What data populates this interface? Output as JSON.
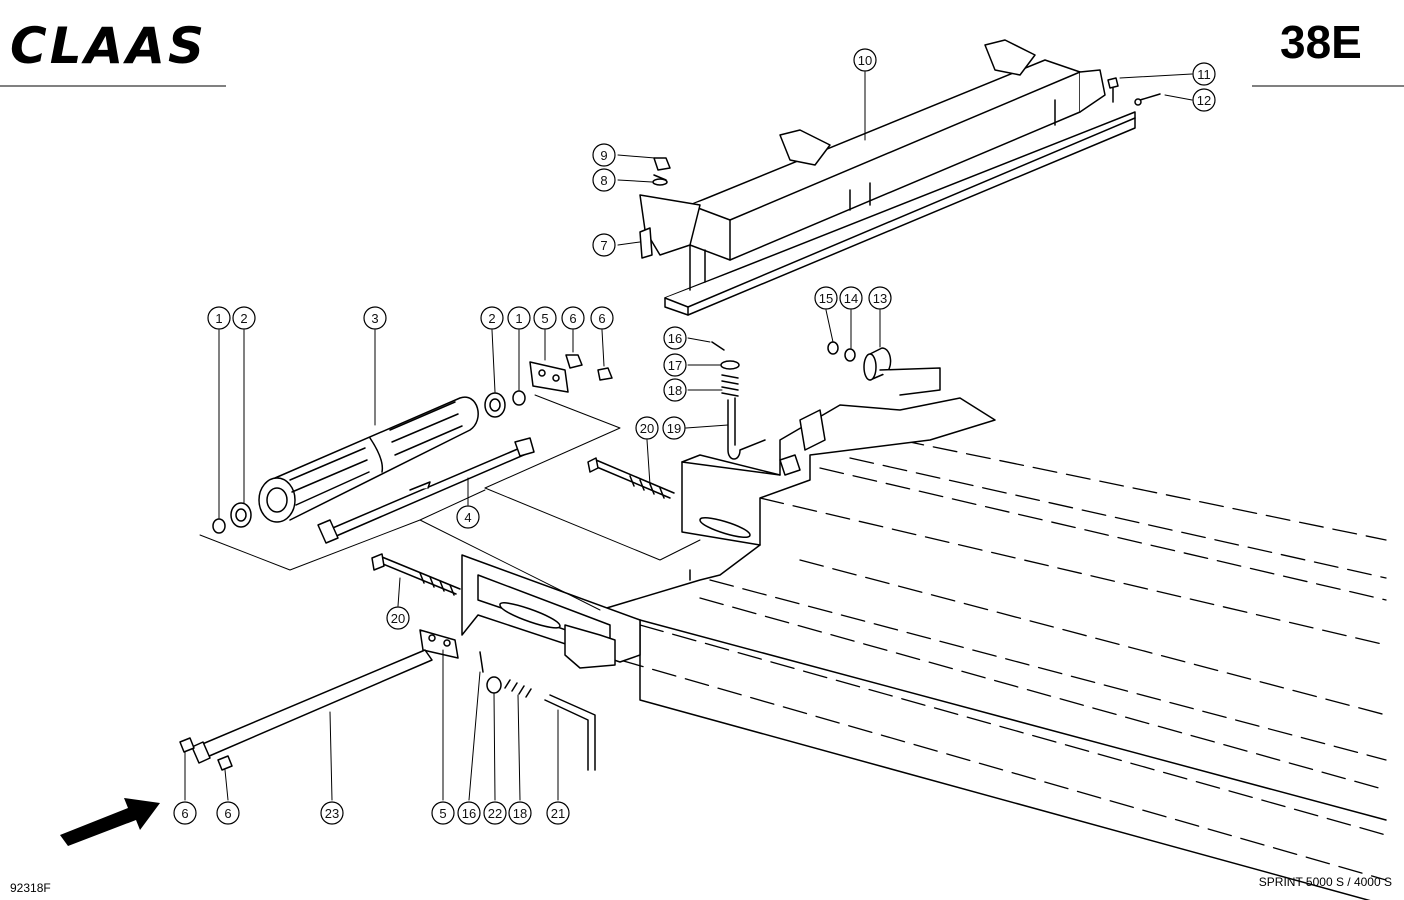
{
  "header": {
    "brand": "CLAAS",
    "page_code": "38E"
  },
  "footer": {
    "drawing_number": "92318F",
    "model": "SPRINT 5000 S / 4000 S"
  },
  "callouts": {
    "c1a": "1",
    "c2a": "2",
    "c3": "3",
    "c2b": "2",
    "c1b": "1",
    "c5a": "5",
    "c6a": "6",
    "c6b": "6",
    "c4": "4",
    "c7": "7",
    "c8": "8",
    "c9": "9",
    "c10": "10",
    "c11": "11",
    "c12": "12",
    "c13": "13",
    "c14": "14",
    "c15": "15",
    "c16a": "16",
    "c17": "17",
    "c18a": "18",
    "c19": "19",
    "c20a": "20",
    "c20b": "20",
    "c6c": "6",
    "c6d": "6",
    "c23": "23",
    "c5b": "5",
    "c16b": "16",
    "c22": "22",
    "c18b": "18",
    "c21": "21"
  }
}
